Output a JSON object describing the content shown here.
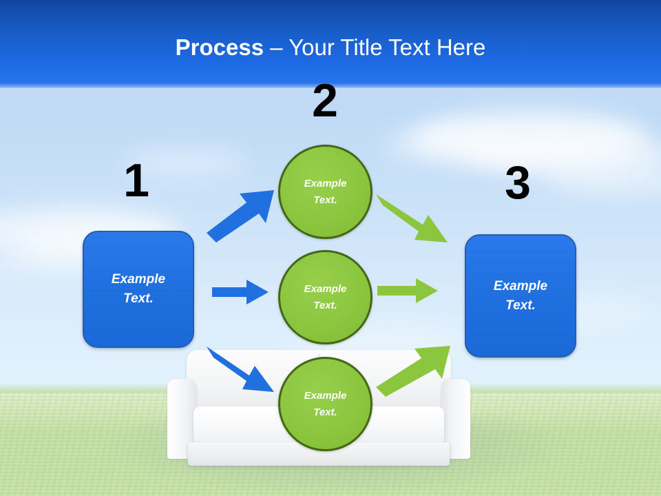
{
  "slide": {
    "title_bold": "Process",
    "title_rest": " – Your Title Text Here",
    "accent_blue": "#2070e0",
    "accent_green": "#8cc63f",
    "header_blue": "#1f6ce8",
    "number_color": "#000000"
  },
  "steps": [
    {
      "number": "1",
      "label": "step-1"
    },
    {
      "number": "2",
      "label": "step-2"
    },
    {
      "number": "3",
      "label": "step-3"
    }
  ],
  "boxes": {
    "left": {
      "line1": "Example",
      "line2": "Text."
    },
    "right": {
      "line1": "Example",
      "line2": "Text."
    }
  },
  "circles": [
    {
      "line1": "Example",
      "line2": "Text."
    },
    {
      "line1": "Example",
      "line2": "Text."
    },
    {
      "line1": "Example",
      "line2": "Text."
    }
  ],
  "arrows": {
    "blue_up": "arrow-up-right-blue",
    "blue_middle": "arrow-right-blue",
    "blue_down": "arrow-down-right-blue",
    "green_down": "arrow-down-right-green",
    "green_middle": "arrow-right-green",
    "green_up": "arrow-up-right-green"
  },
  "background": {
    "scene": "sky-clouds-grass-sofa",
    "sofa": "white-two-seat-sofa"
  }
}
